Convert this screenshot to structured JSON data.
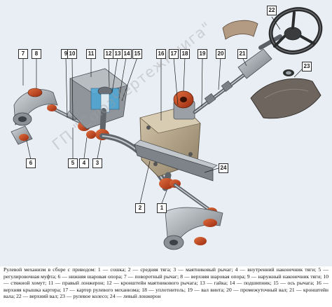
{
  "callouts": {
    "c1": "1",
    "c2": "2",
    "c3": "3",
    "c4": "4",
    "c5": "5",
    "c6": "6",
    "c7": "7",
    "c8": "8",
    "c9": "9",
    "c10": "10",
    "c11": "11",
    "c12": "12",
    "c13": "13",
    "c14": "14",
    "c15": "15",
    "c16": "16",
    "c17": "17",
    "c18": "18",
    "c19": "19",
    "c20": "20",
    "c21": "21",
    "c22": "22",
    "c23": "23",
    "c24": "24"
  },
  "watermark": "ГП \"СоюзЧертежКнига\"",
  "caption": "Рулевой механизм в сборе с приводом: 1 — сошка; 2 — средняя тяга; 3 — маятниковый рычаг; 4 — внутренний наконечник тяги; 5 — регулировочная муфта; 6 — нижняя шаровая опора; 7 — поворотный рычаг; 8 — верхняя шаровая опора; 9 — наружный наконечник тяги; 10 — стяжной хомут; 11 — правый лонжерон; 12 — кронштейн маятникового рычага; 13 — гайка; 14 — подшипник; 15 — ось рычага; 16 — верхняя крышка картера; 17 — картер рулевого механизма; 18 — уплотнитель; 19 — вал винта; 20 — промежуточный вал; 21 — кронштейн вала; 22 — верхний вал; 23 — рулевое колесо; 24 — левый лонжерон",
  "colors": {
    "background": "#e9eef4",
    "metal": "#a9aeb3",
    "metal_dark": "#5f656b",
    "rubber": "#c4411b",
    "casing": "#b9a98e",
    "cover": "#6d655e",
    "highlight": "#4aa7d8"
  }
}
